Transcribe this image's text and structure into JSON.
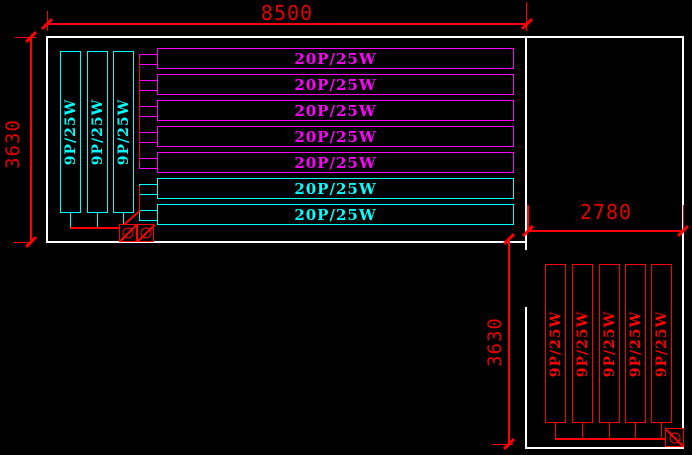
{
  "drawing": {
    "background": "#000000",
    "wall_color": "#ffffff",
    "dimension_color": "#ff0000",
    "dimensions": {
      "top_width": "8500",
      "left_height": "3630",
      "right_width": "2780",
      "right_height": "3630"
    },
    "main_room": {
      "vertical_fixtures": [
        {
          "label": "9P/25W",
          "color": "#00ffff"
        },
        {
          "label": "9P/25W",
          "color": "#00ffff"
        },
        {
          "label": "9P/25W",
          "color": "#00ffff"
        }
      ],
      "horizontal_fixtures": [
        {
          "label": "20P/25W",
          "color": "#ff00ff"
        },
        {
          "label": "20P/25W",
          "color": "#ff00ff"
        },
        {
          "label": "20P/25W",
          "color": "#ff00ff"
        },
        {
          "label": "20P/25W",
          "color": "#ff00ff"
        },
        {
          "label": "20P/25W",
          "color": "#ff00ff"
        },
        {
          "label": "20P/25W",
          "color": "#00ffff"
        },
        {
          "label": "20P/25W",
          "color": "#00ffff"
        }
      ],
      "switch_symbols": [
        "circle-slash",
        "circle-slash"
      ]
    },
    "right_room": {
      "vertical_fixtures": [
        {
          "label": "9P/25W",
          "color": "#ff0000"
        },
        {
          "label": "9P/25W",
          "color": "#ff0000"
        },
        {
          "label": "9P/25W",
          "color": "#ff0000"
        },
        {
          "label": "9P/25W",
          "color": "#ff0000"
        },
        {
          "label": "9P/25W",
          "color": "#ff0000"
        }
      ],
      "switch_symbols": [
        "circle-slash"
      ]
    }
  }
}
